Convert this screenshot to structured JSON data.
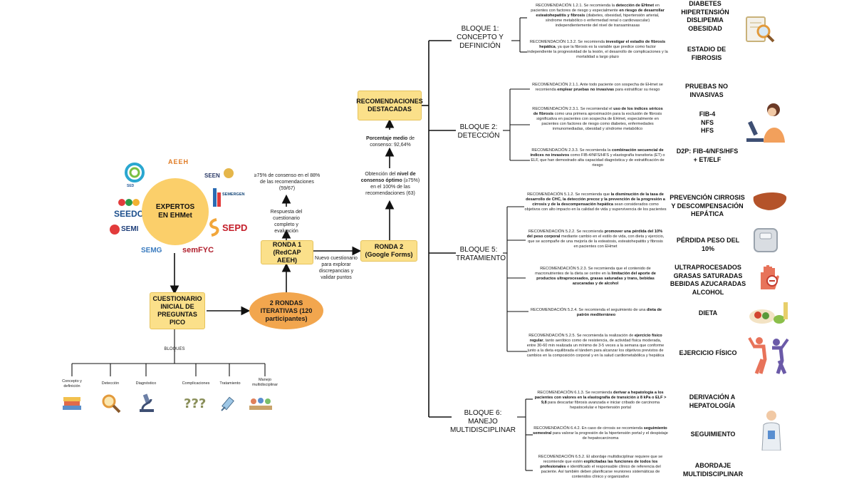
{
  "logos": {
    "aeeh": "AEEH",
    "seen": "SEEN",
    "sgmergen": "SEMERGEN",
    "seedo": "SEEDO",
    "semi": "SEMI",
    "sepd": "SEPD",
    "semg": "SEMG",
    "semfyc": "semFYC",
    "sed": "SED"
  },
  "left": {
    "experts": "EXPERTOS EN EHMet",
    "questionnaire": "CUESTIONARIO INICIAL DE PREGUNTAS PICO",
    "rounds": "2 RONDAS ITERATIVAS (120 participantes)",
    "bloques_label": "BLOQUES",
    "categories": [
      "Concepto y definición",
      "Detección",
      "Diagnóstico",
      "Complicaciones",
      "Tratamiento",
      "Manejo multidisciplinar"
    ]
  },
  "center": {
    "ronda1": "RONDA 1 (RedCAP AEEH)",
    "ronda2": "RONDA 2 (Google Forms)",
    "respuesta": "Respuesta del cuestionario completo y evaluación",
    "consenso1": "≥75% de consenso en el 88% de las recomendaciones (59/67)",
    "nuevo": "Nuevo cuestionario para explorar discrepancias y validar puntos",
    "obtencion_pre": "Obtención del ",
    "obtencion_b": "nivel de consenso óptimo",
    "obtencion_post": " (≥75%) en el 100% de las recomendaciones (63)",
    "porcentaje_b": "Porcentaje medio",
    "porcentaje_post": " de consenso: 92,64%",
    "destacadas": "RECOMENDACIONES DESTACADAS"
  },
  "bloques": [
    {
      "label": "BLOQUE 1: CONCEPTO Y DEFINICIÓN"
    },
    {
      "label": "BLOQUE 2: DETECCIÓN"
    },
    {
      "label": "BLOQUE 5: TRATAMIENTO"
    },
    {
      "label": "BLOQUE 6: MANEJO MULTIDISCIPLINAR"
    }
  ],
  "recs": [
    {
      "a": "RECOMENDACIÓN 1.2.1. Se recomienda la ",
      "b": "detección de EHmet",
      "c": " en pacientes con factores de riesgo y especialmente ",
      "d": "en riesgo de desarrollar esteatohepatitis y fibrosis",
      "e": " (diabetes, obesidad, hipertensión arterial, síndrome metabólico o enfermedad renal o cardiovascular) independientemente del nivel de transaminasas"
    },
    {
      "a": "RECOMENDACIÓN 1.3.2. Se recomienda ",
      "b": "investigar el estadio de fibrosis hepática",
      "c": ", ya que la fibrosis es la variable que predice como factor independiente la progresividad de la lesión, el desarrollo de complicaciones y la mortalidad a largo plazo",
      "d": "",
      "e": ""
    },
    {
      "a": "RECOMENDACIÓN 2.1.1. Ante todo paciente con sospecha de EHmet se recomienda ",
      "b": "emplear pruebas no invasivas",
      "c": " para estratificar su riesgo",
      "d": "",
      "e": ""
    },
    {
      "a": "RECOMENDACIÓN 2.3.1. Se recomiendal el ",
      "b": "uso de los índices séricos de fibrosis",
      "c": " como una primera aproximación para la exclusión de fibrosis significativa en pacientes con sospecha de EHmet, especialmente en pacientes con factores de riesgo como diabetes, enfermedades inmunomediadas, obesidad y síndrome metabólico",
      "d": "",
      "e": ""
    },
    {
      "a": "RECOMENDACIÓN 2.3.3. Se recomienda la ",
      "b": "combinación secuencial de índices no invasivos",
      "c": " como FIB-4/NFS/HFS y elastografía transitoria (ET) o ELF, que han demostrado alta capacidad diagnóstica y de estratificación de riesgo",
      "d": "",
      "e": ""
    },
    {
      "a": "RECOMENDACIÓN 5.1.2. Se recomienda que ",
      "b": "la disminución de la tasa de desarrollo de CHC, la detección precoz y la prevención de la progresión a cirrosis y de la descompensación hepática",
      "c": " sean considerados como objetivos con alto impacto en la calidad de vida y supervivencia de los pacientes",
      "d": "",
      "e": ""
    },
    {
      "a": "RECOMENDACIÓN 5.2.2. Se recomienda ",
      "b": "promover una pérdida del 10% del peso corporal",
      "c": " mediante cambio en el estilo de vida, con dieta y ejercicio, que se acompañe de una mejoría de la esteatosis, esteatohepatitis y fibrosis en pacientes con EHmet",
      "d": "",
      "e": ""
    },
    {
      "a": "RECOMENDACIÓN 5.2.3. Se recomienda que el contenido de macronutrientes de la dieta se centre en la ",
      "b": "limitación del aporte de productos ultraprocesados, grasas saturadas y trans, bebidas azucaradas y de alcohol",
      "c": "",
      "d": "",
      "e": ""
    },
    {
      "a": "RECOMENDACIÓN 5.2.4. Se recomienda el seguimiento de una ",
      "b": "dieta de patrón mediterráneo",
      "c": "",
      "d": "",
      "e": ""
    },
    {
      "a": "RECOMENDACIÓN 5.2.5. Se recomienda la realización de ",
      "b": "ejercicio físico regular",
      "c": ", tanto aeróbico como de resistencia, de actividad física moderada, entre 30-60 min realizada un mínimo de 3-5 veces a la semana que conforme junto a la dieta equilibrada el tándem para alcanzar los objetivos previstos de cambios en la composición corporal y en la salud cardiometabólica y hepática",
      "d": "",
      "e": ""
    },
    {
      "a": "RECOMENDACIÓN 6.1.3. Se recomienda ",
      "b": "derivar a hepatología a los pacientes con valores en la elastografía de transición ≥ 8 kPa o ELF > 9,8",
      "c": " para descartar fibrosis avanzada e iniciar cribado de carcinoma hepatocelular e hipertensión portal",
      "d": "",
      "e": ""
    },
    {
      "a": "RECOMENDACIÓN 6.4.2. En caso de cirrosis se recomienda ",
      "b": "seguimiento semestral",
      "c": " para valorar la progresión de la hipertensión portal y el despistaje de hepatocarcinoma",
      "d": "",
      "e": ""
    },
    {
      "a": "RECOMENDACIÓN 6.5.2. El abordaje multidisciplinar requiere que se recomiende que estén ",
      "b": "explicitadas las funciones de todos los profesionales",
      "c": " e identificado el responsable clínico de referencia del paciente. Así también deben planificarse reuniones sistemáticas de contenidos clínico y organizativo",
      "d": "",
      "e": ""
    }
  ],
  "keywords": [
    "DIABETES HIPERTENSIÓN DISLIPEMIA OBESIDAD",
    "ESTADIO DE FIBROSIS",
    "PRUEBAS NO INVASIVAS",
    "FIB-4 NFS HFS",
    "D2P: FIB-4/NFS/HFS + ET/ELF",
    "PREVENCIÓN CIRROSIS Y DESCOMPENSACIÓN HEPÁTICA",
    "PÉRDIDA PESO DEL 10%",
    "ULTRAPROCESADOS GRASAS SATURADAS BEBIDAS AZUCARADAS ALCOHOL",
    "DIETA",
    "EJERCICIO FÍSICO",
    "DERIVACIÓN A HEPATOLOGÍA",
    "SEGUIMIENTO",
    "ABORDAJE MULTIDISCIPLINAR"
  ],
  "colors": {
    "yellow_box": "#fbe08a",
    "orange_oval": "#f2a64e",
    "expert_circle": "#fbcf6a",
    "line": "#111111"
  }
}
